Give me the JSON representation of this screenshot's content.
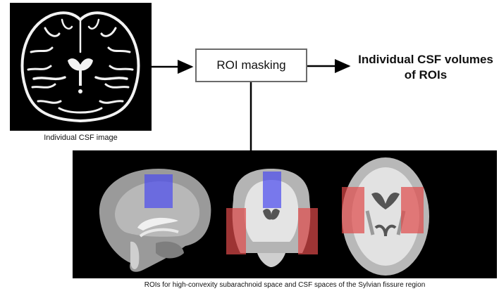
{
  "labels": {
    "csf_caption": "Individual CSF image",
    "process_box": "ROI masking",
    "result_line1": "Individual CSF volumes",
    "result_line2": "of ROIs",
    "roi_caption": "ROIs for high-convexity subarachnoid space and CSF spaces of the Sylvian fissure region"
  },
  "colors": {
    "high_convexity_roi": "#4a4af0",
    "sylvian_roi": "#e04a4a",
    "arrow": "#000000",
    "box_border": "#6b6b6b"
  }
}
